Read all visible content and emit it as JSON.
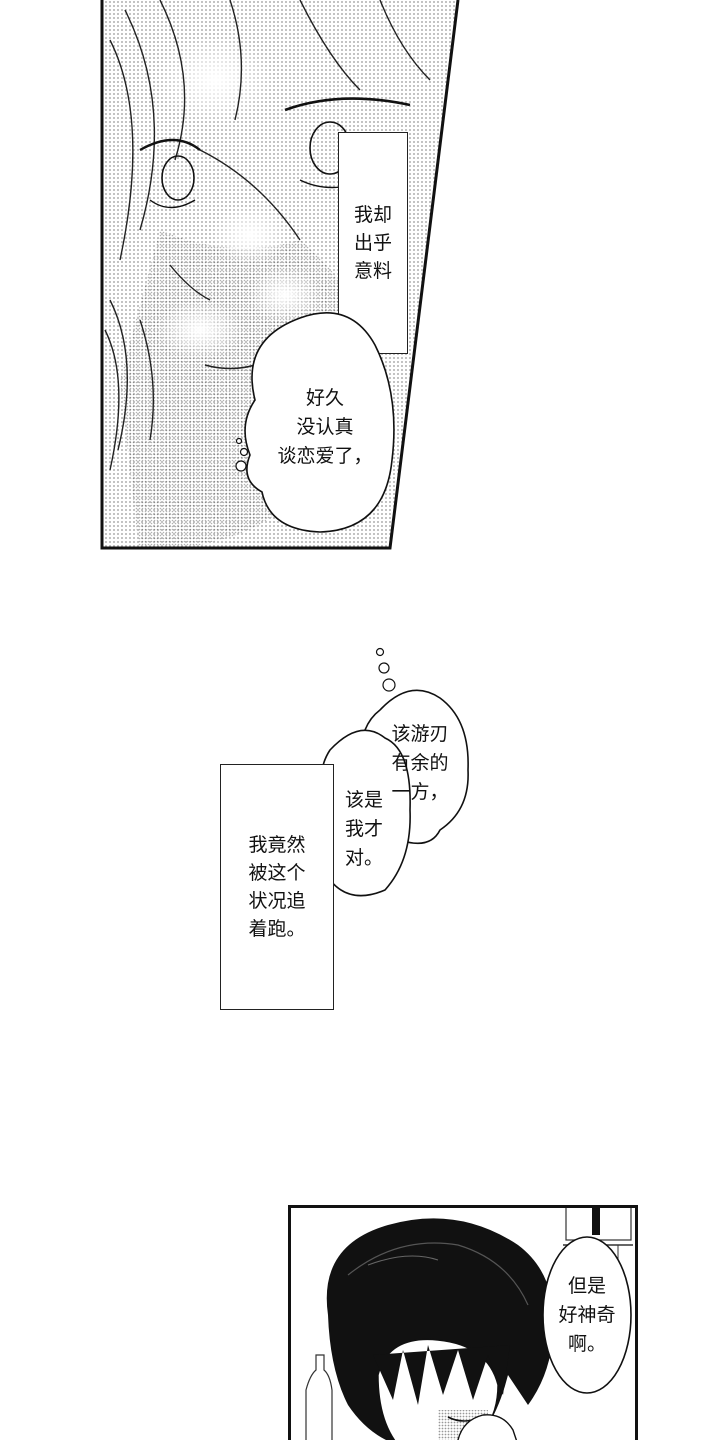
{
  "panel1": {
    "caption": [
      "我却",
      "出乎",
      "意料"
    ],
    "bubble": [
      "好久",
      "没认真",
      "谈恋爱了，"
    ]
  },
  "panel2": {
    "bubble_upper": [
      "该游刃",
      "有余的",
      "一方，"
    ],
    "bubble_lower": [
      "该是",
      "我才",
      "对。"
    ],
    "caption": [
      "我竟然",
      "被这个",
      "状况追",
      "着跑。"
    ]
  },
  "panel3": {
    "bubble": [
      "但是",
      "好神奇",
      "啊。"
    ]
  }
}
